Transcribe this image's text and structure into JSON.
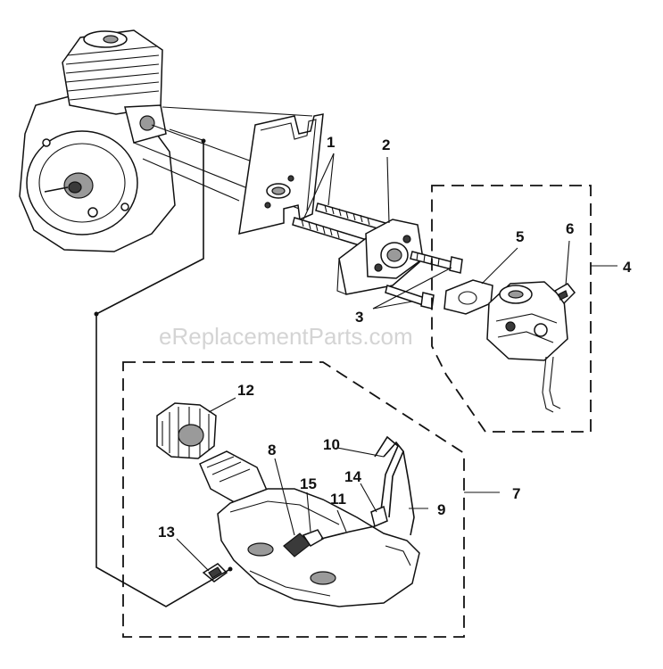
{
  "watermark": "eReplacementParts.com",
  "callouts": [
    {
      "id": "c1",
      "label": "1"
    },
    {
      "id": "c2",
      "label": "2"
    },
    {
      "id": "c3",
      "label": "3"
    },
    {
      "id": "c4",
      "label": "4"
    },
    {
      "id": "c5",
      "label": "5"
    },
    {
      "id": "c6",
      "label": "6"
    },
    {
      "id": "c7",
      "label": "7"
    },
    {
      "id": "c8",
      "label": "8"
    },
    {
      "id": "c9",
      "label": "9"
    },
    {
      "id": "c10",
      "label": "10"
    },
    {
      "id": "c11",
      "label": "11"
    },
    {
      "id": "c12",
      "label": "12"
    },
    {
      "id": "c13",
      "label": "13"
    },
    {
      "id": "c14",
      "label": "14"
    },
    {
      "id": "c15",
      "label": "15"
    }
  ]
}
